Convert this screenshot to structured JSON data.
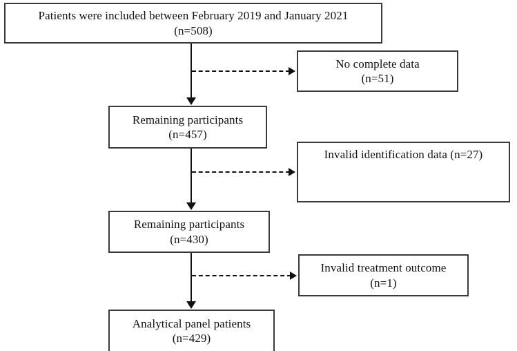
{
  "diagram": {
    "title": "Patient inclusion flow diagram",
    "type": "flowchart",
    "colors": {
      "background": "#ffffff",
      "box_border": "#3a3a3a",
      "connector": "#111111",
      "text": "#111111"
    },
    "nodes": {
      "enrolled": {
        "line1": "Patients were included between February 2019 and January 2021",
        "line2": "(n=508)",
        "count": 508
      },
      "no_complete_data": {
        "line1": "No complete data",
        "line2": "(n=51)",
        "count": 51
      },
      "remaining_457": {
        "line1": "Remaining participants",
        "line2": "(n=457)",
        "count": 457
      },
      "invalid_identification": {
        "line1": "Invalid identification data (n=27)",
        "line2": "",
        "count": 27
      },
      "remaining_430": {
        "line1": "Remaining participants",
        "line2": "(n=430)",
        "count": 430
      },
      "invalid_treatment_outcome": {
        "line1": "Invalid treatment outcome",
        "line2": "(n=1)",
        "count": 1
      },
      "analytical_panel": {
        "line1": "Analytical panel patients",
        "line2": "(n=429)",
        "count": 429
      }
    },
    "connectors": {
      "trunk_1": "solid-arrow-down",
      "trunk_2": "solid-arrow-down",
      "trunk_3": "solid-arrow-down",
      "branch_1": "dashed-arrow-right",
      "branch_2": "dashed-arrow-right",
      "branch_3": "dashed-arrow-right"
    }
  }
}
